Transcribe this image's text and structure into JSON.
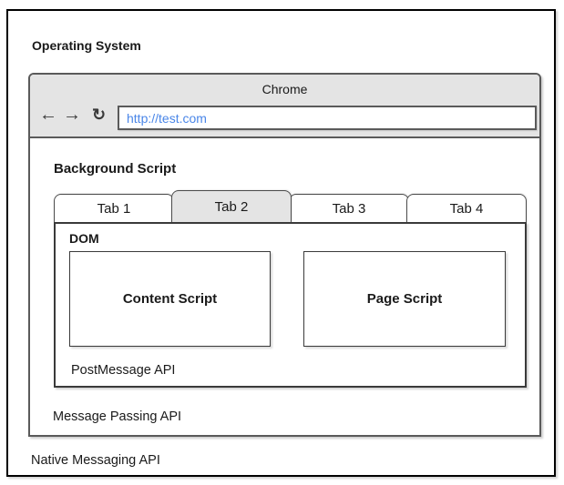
{
  "colors": {
    "outer_border": "#000000",
    "chrome_border": "#5a5a5a",
    "header_gray": "#e4e4e4",
    "active_tab_gray": "#e4e4e4",
    "inner_border": "#3a3a3a",
    "url_text_blue": "#4a86e8",
    "label_text": "#1a1a1a"
  },
  "os": {
    "label": "Operating System",
    "native_messaging_label": "Native Messaging API"
  },
  "chrome": {
    "title": "Chrome",
    "nav": {
      "back_icon": "←",
      "forward_icon": "→",
      "refresh_icon": "↻"
    },
    "url": "http://test.com",
    "background_script_label": "Background Script",
    "message_passing_label": "Message Passing API",
    "tabs": [
      {
        "label": "Tab 1",
        "active": false
      },
      {
        "label": "Tab 2",
        "active": true
      },
      {
        "label": "Tab 3",
        "active": false
      },
      {
        "label": "Tab 4",
        "active": false
      }
    ],
    "tab_panel": {
      "dom_label": "DOM",
      "content_script_label": "Content Script",
      "page_script_label": "Page Script",
      "postmessage_label": "PostMessage API"
    }
  }
}
